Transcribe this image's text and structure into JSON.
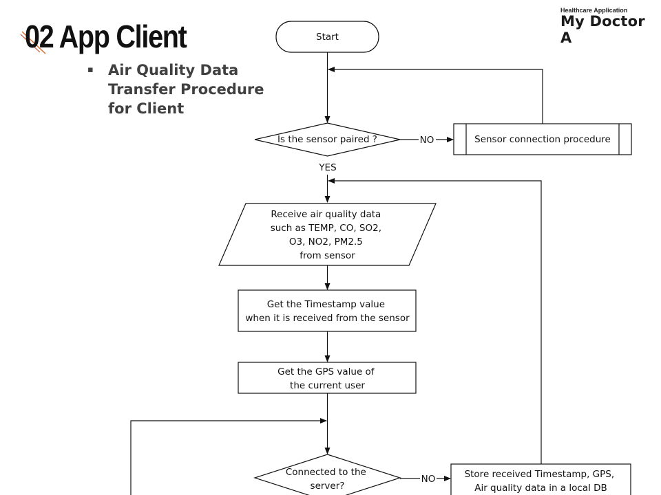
{
  "header": {
    "brand_small": "Healthcare Application",
    "brand_name": "My Doctor A",
    "title": "02 App Client"
  },
  "subtitle": {
    "lines": [
      "Air Quality Data",
      "Transfer Procedure",
      "for Client"
    ]
  },
  "flowchart": {
    "start": "Start",
    "decision_paired": "Is the sensor paired ?",
    "label_no_1": "NO",
    "label_yes": "YES",
    "sensor_connection": "Sensor connection procedure",
    "receive_data": [
      "Receive air quality data",
      "such as TEMP, CO, SO2,",
      "O3, NO2, PM2.5",
      "from sensor"
    ],
    "timestamp": [
      "Get the Timestamp value",
      "when it is received from the sensor"
    ],
    "gps": [
      "Get the GPS value of",
      "the current user"
    ],
    "decision_server": [
      "Connected to the",
      "server?"
    ],
    "label_no_2": "NO",
    "store_local": [
      "Store received Timestamp, GPS,",
      "Air quality data in a local DB"
    ]
  }
}
